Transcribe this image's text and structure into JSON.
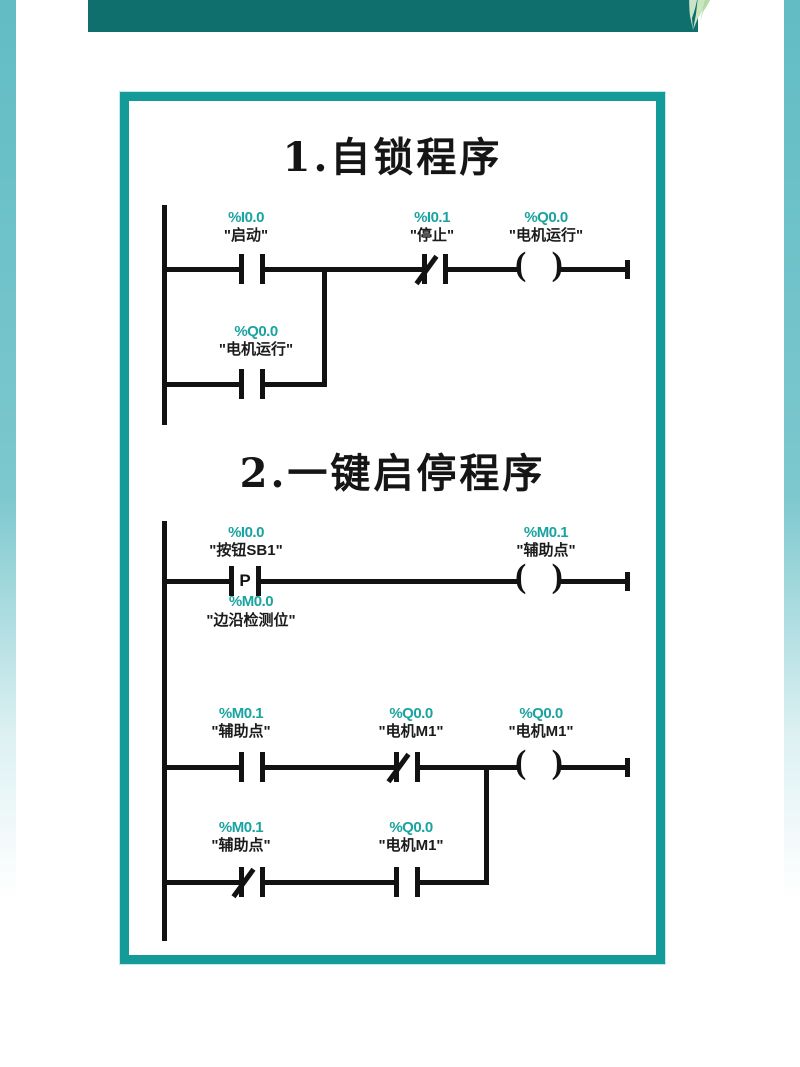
{
  "banner": {
    "text": "",
    "color": "#0f6f6c",
    "leaf_color": "#c9e6bd"
  },
  "theme": {
    "frame_color": "#139a99",
    "edge_strip_color": "#7cc8ce",
    "address_color": "#1aa3a0",
    "line_color": "#121212",
    "page_background": "#ffffff"
  },
  "sections": [
    {
      "index": "1",
      "title": "1.自锁程序"
    },
    {
      "index": "2",
      "title": "2.一键启停程序"
    }
  ],
  "ladder": {
    "program1": {
      "rung1": {
        "start_contact": {
          "address": "%I0.0",
          "name": "\"启动\"",
          "type": "no-contact"
        },
        "stop_contact": {
          "address": "%I0.1",
          "name": "\"停止\"",
          "type": "nc-contact"
        },
        "output_coil": {
          "address": "%Q0.0",
          "name": "\"电机运行\"",
          "type": "coil"
        }
      },
      "rung2": {
        "latch_contact": {
          "address": "%Q0.0",
          "name": "\"电机运行\"",
          "type": "no-contact"
        }
      }
    },
    "program2": {
      "rung1": {
        "button_contact": {
          "address": "%I0.0",
          "name": "\"按钮SB1\"",
          "type": "p-contact",
          "marker": "P"
        },
        "edge_memory": {
          "address": "%M0.0",
          "name": "\"边沿检测位\"",
          "type": "edge-bit"
        },
        "output_coil": {
          "address": "%M0.1",
          "name": "\"辅助点\"",
          "type": "coil"
        }
      },
      "rung2": {
        "aux_contact": {
          "address": "%M0.1",
          "name": "\"辅助点\"",
          "type": "no-contact"
        },
        "motor_nc_contact": {
          "address": "%Q0.0",
          "name": "\"电机M1\"",
          "type": "nc-contact"
        },
        "output_coil": {
          "address": "%Q0.0",
          "name": "\"电机M1\"",
          "type": "coil"
        }
      },
      "rung3": {
        "aux_nc_contact": {
          "address": "%M0.1",
          "name": "\"辅助点\"",
          "type": "nc-contact"
        },
        "motor_no_contact": {
          "address": "%Q0.0",
          "name": "\"电机M1\"",
          "type": "no-contact"
        }
      }
    }
  }
}
